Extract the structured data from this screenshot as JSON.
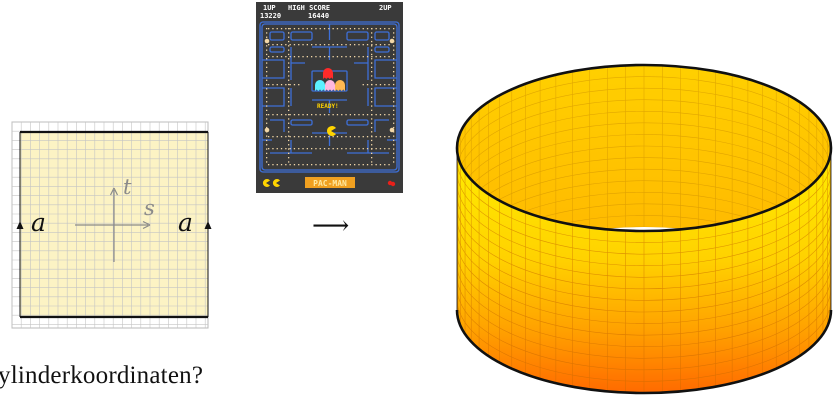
{
  "square": {
    "label_left": "a",
    "label_right": "a",
    "axis_t": "t",
    "axis_s": "s"
  },
  "arrow": "⟶",
  "game": {
    "oneup_label": "1UP",
    "oneup_score": "13220",
    "highscore_label": "HIGH SCORE",
    "highscore_value": "16440",
    "twoup_label": "2UP",
    "ready_text": "READY!",
    "logo_text": "PAC-MAN",
    "lives": 2,
    "colors": {
      "maze": "#2e5cb8",
      "background": "#3a3a3a",
      "dots": "#f2d7a8",
      "pacman": "#ffd400",
      "text": "#ffffff"
    }
  },
  "caption": "ylinderkoordinaten?",
  "colors": {
    "square_fill": "#fcf3c4",
    "grid": "#b8b8b8",
    "cylinder_top": "#ffe600",
    "cylinder_bottom": "#ff6a00"
  }
}
